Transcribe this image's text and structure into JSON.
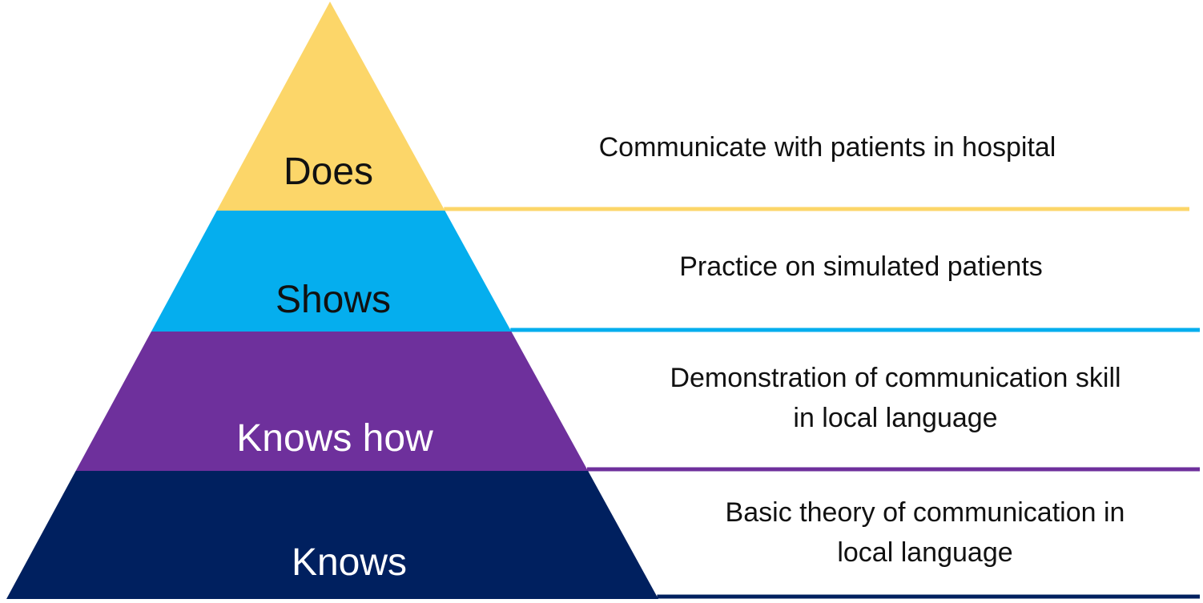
{
  "title": "Miller's pyramid of communication skill assessment",
  "levels": [
    {
      "label": "Does",
      "color": "#FCD669",
      "text_color": "#111111",
      "description_lines": [
        "Communicate with patients in hospital"
      ]
    },
    {
      "label": "Shows",
      "color": "#05AEEE",
      "text_color": "#111111",
      "description_lines": [
        "Practice on simulated patients"
      ]
    },
    {
      "label": "Knows how",
      "color": "#6E309C",
      "text_color": "#FFFFFF",
      "description_lines": [
        "Demonstration of communication skill",
        "in local language"
      ]
    },
    {
      "label": "Knows",
      "color": "#00205F",
      "text_color": "#FFFFFF",
      "description_lines": [
        "Basic theory of communication in",
        "local language"
      ]
    }
  ]
}
